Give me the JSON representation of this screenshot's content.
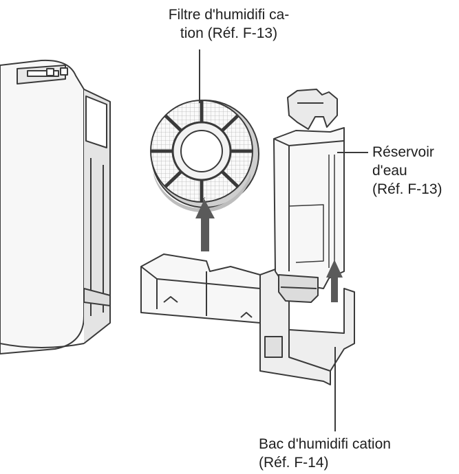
{
  "labels": {
    "filter": {
      "line1": "Filtre d'humidifi ca-",
      "line2": "tion (Réf. F-13)"
    },
    "tank": {
      "line1": "Réservoir",
      "line2": "d'eau",
      "line3": "(Réf. F-13)"
    },
    "tray": {
      "line1": "Bac d'humidifi cation",
      "line2": "(Réf. F-14)"
    }
  },
  "colors": {
    "text": "#1e1e1e",
    "line": "#3a3a3a",
    "body_fill": "#f7f7f7",
    "shade": "#cfcfcf",
    "arrow": "#5a5a5a"
  }
}
